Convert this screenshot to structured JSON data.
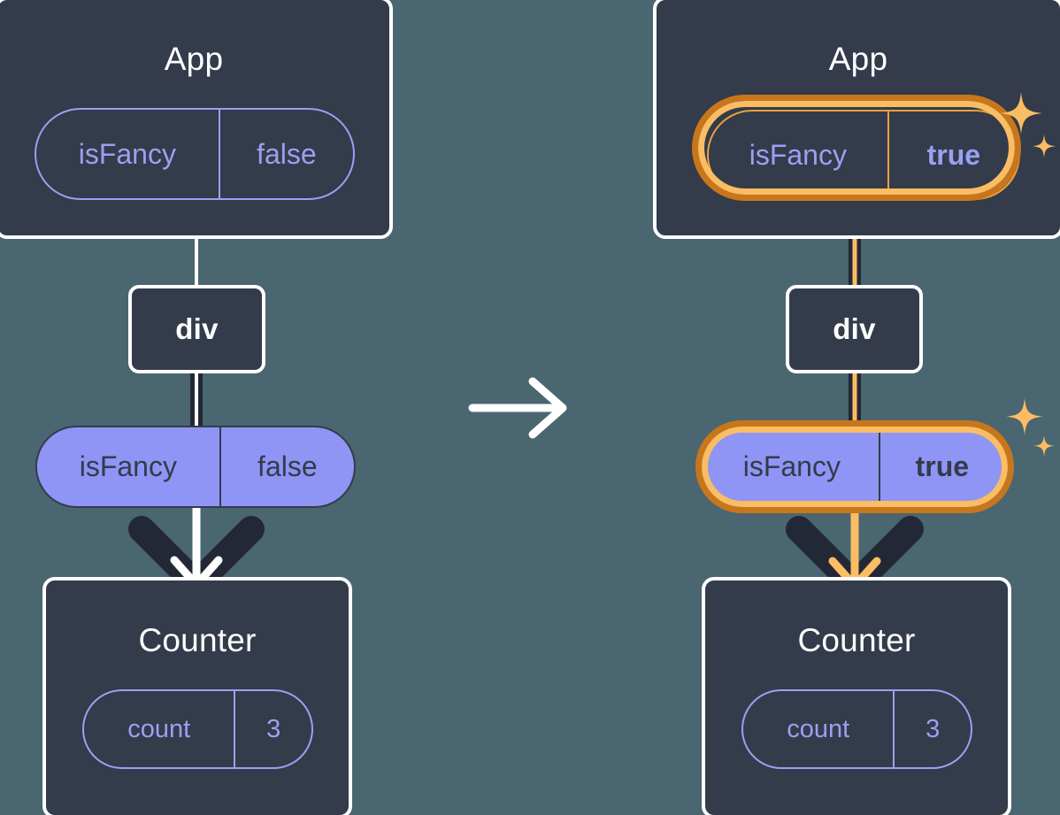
{
  "diagram": {
    "title": "React state update propagation diagram",
    "type": "two-panel before-after component tree",
    "colors": {
      "background": "#4a6670",
      "component_box": "#343b4a",
      "component_border": "#ffffff",
      "state_pill_stroke": "#9aa0f2",
      "props_pill_fill": "#8f95f5",
      "props_pill_text": "#343b4a",
      "highlight_outer": "#c8761c",
      "highlight_inner": "#fabd63",
      "sparkle": "#fabd63",
      "edge_dark": "#232836",
      "edge_white": "#ffffff",
      "edge_orange": "#fabd63"
    }
  },
  "panels": [
    {
      "id": "before",
      "app": {
        "title": "App",
        "state_pill": {
          "name": "isFancy",
          "value": "false",
          "highlighted": false,
          "bold_value": false
        }
      },
      "div": {
        "label": "div"
      },
      "props_pill": {
        "name": "isFancy",
        "value": "false",
        "highlighted": false,
        "bold_value": false
      },
      "counter": {
        "title": "Counter",
        "state_pill": {
          "name": "count",
          "value": "3",
          "highlighted": false,
          "bold_value": false
        }
      },
      "sparkles_visible": false
    },
    {
      "id": "after",
      "app": {
        "title": "App",
        "state_pill": {
          "name": "isFancy",
          "value": "true",
          "highlighted": true,
          "bold_value": true
        }
      },
      "div": {
        "label": "div"
      },
      "props_pill": {
        "name": "isFancy",
        "value": "true",
        "highlighted": true,
        "bold_value": true
      },
      "counter": {
        "title": "Counter",
        "state_pill": {
          "name": "count",
          "value": "3",
          "highlighted": false,
          "bold_value": false
        }
      },
      "sparkles_visible": true
    }
  ],
  "transition": {
    "icon": "arrow-right-icon"
  }
}
